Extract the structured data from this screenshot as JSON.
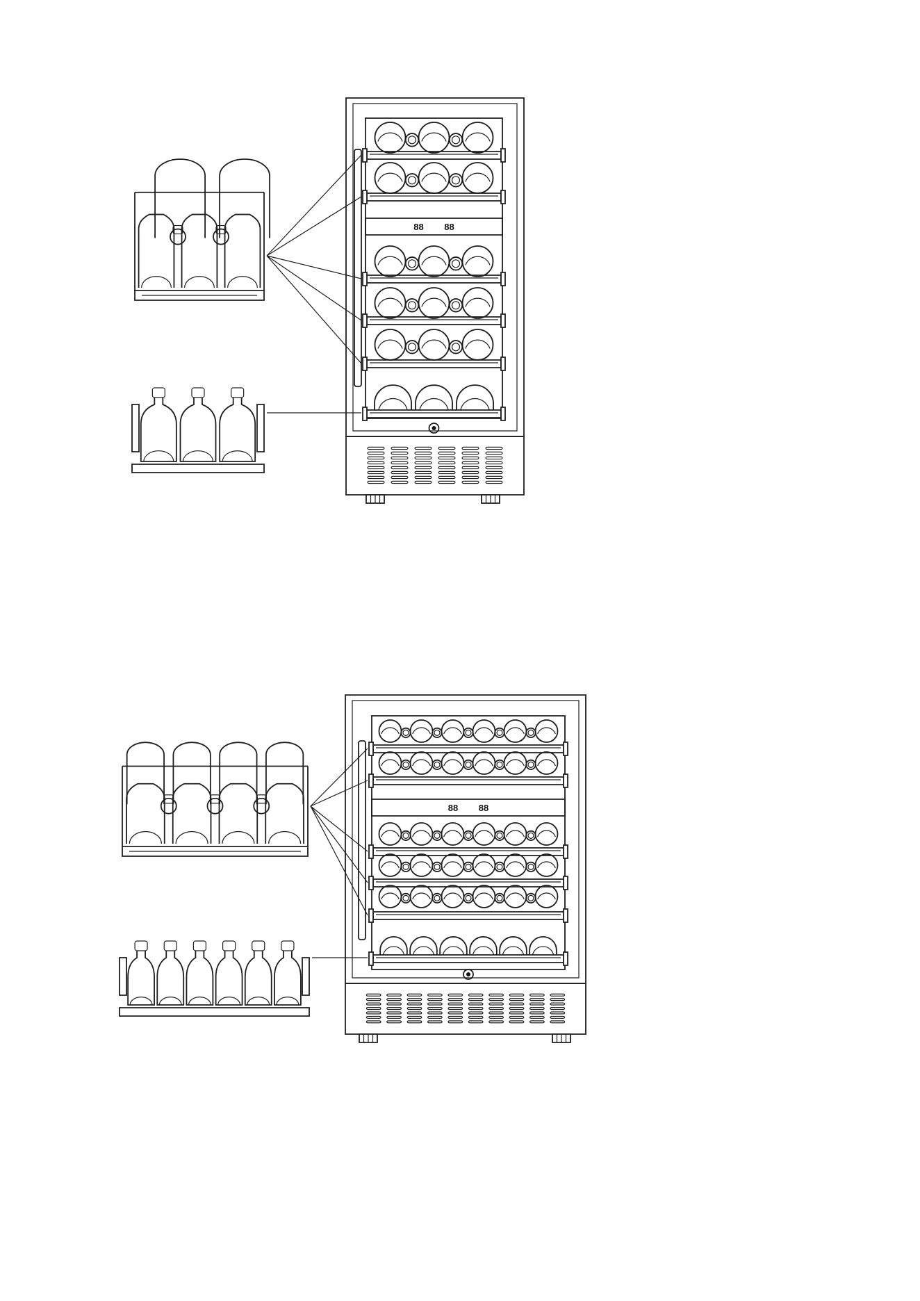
{
  "diagram": {
    "colors": {
      "line": "#1e1e1e",
      "background": "#ffffff"
    },
    "units": [
      {
        "id": "narrow",
        "cabinet_columns": 3,
        "zones": 2,
        "top_zone_shelves": 2,
        "bottom_zone_shelves": 3,
        "display_left": "88",
        "display_right": "88",
        "detail_shelf_bottles_back": 2,
        "detail_shelf_bottles_front": 3,
        "base_shelf_bottles": 3
      },
      {
        "id": "wide",
        "cabinet_columns": 6,
        "zones": 2,
        "top_zone_shelves": 2,
        "bottom_zone_shelves": 3,
        "display_left": "88",
        "display_right": "88",
        "detail_shelf_bottles_back": 4,
        "detail_shelf_bottles_front": 4,
        "base_shelf_bottles": 6
      }
    ]
  }
}
